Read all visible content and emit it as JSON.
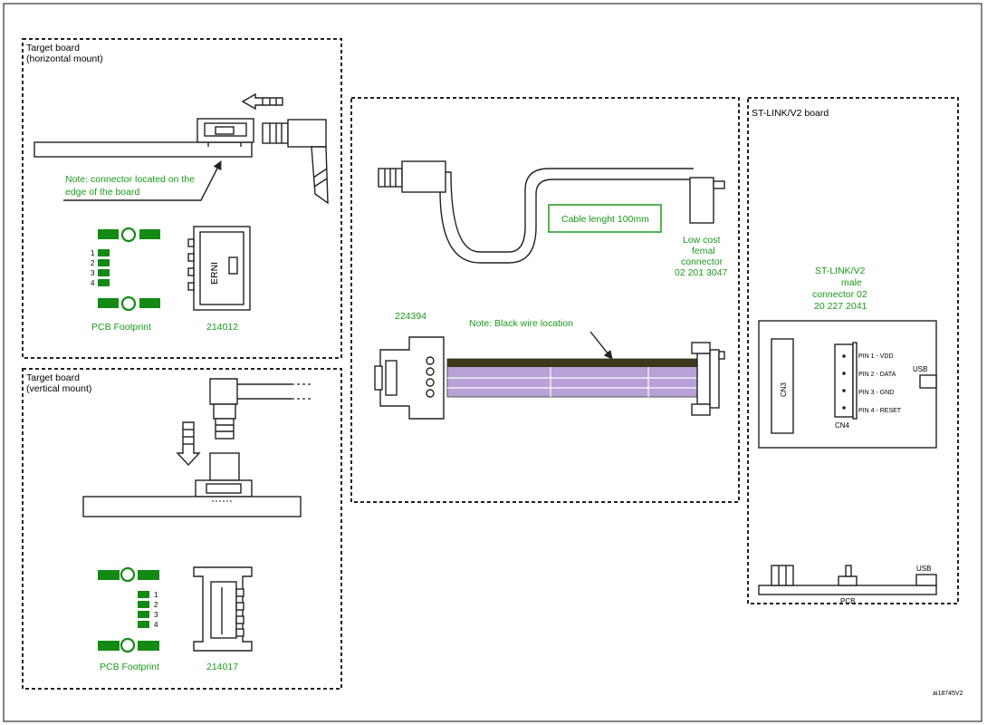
{
  "colors": {
    "label_green": "#1a9a1a",
    "pad_green": "#138a13",
    "purple": "#b7a1d6",
    "black_wire": "#3a3a1a"
  },
  "horizontal_panel": {
    "title_line1": "Target board",
    "title_line2": "(horizontal mount)",
    "note_line1": "Note: connector located on the",
    "note_line2": "edge of the board",
    "pins": [
      "1",
      "2",
      "3",
      "4"
    ],
    "footprint_label": "PCB Footprint",
    "part_number": "214012",
    "brand": "ERNI"
  },
  "vertical_panel": {
    "title_line1": "Target board",
    "title_line2": "(vertical mount)",
    "pins": [
      "1",
      "2",
      "3",
      "4"
    ],
    "footprint_label": "PCB Footprint",
    "part_number": "214017"
  },
  "cable_panel": {
    "cable_label": "Cable lenght 100mm",
    "connector_line1": "Low cost",
    "connector_line2": "femal",
    "connector_line3": "connector",
    "connector_line4": "02 201 3047",
    "part_number": "224394",
    "note": "Note: Black wire location"
  },
  "stlink_panel": {
    "title": "ST-LINK/V2 board",
    "male_line1": "ST-LINK/V2",
    "male_line2": "male",
    "male_line3": "connector 02",
    "male_line4": "20 227 2041",
    "cn3": "CN3",
    "cn4": "CN4",
    "pins": [
      "PIN 1 - VDD",
      "PIN 2 - DATA",
      "PIN 3 - GND",
      "PIN 4 - RESET"
    ],
    "usb_top": "USB",
    "usb_bottom": "USB",
    "pcb_label": "PCB"
  },
  "figure_id": "ai18745V2"
}
